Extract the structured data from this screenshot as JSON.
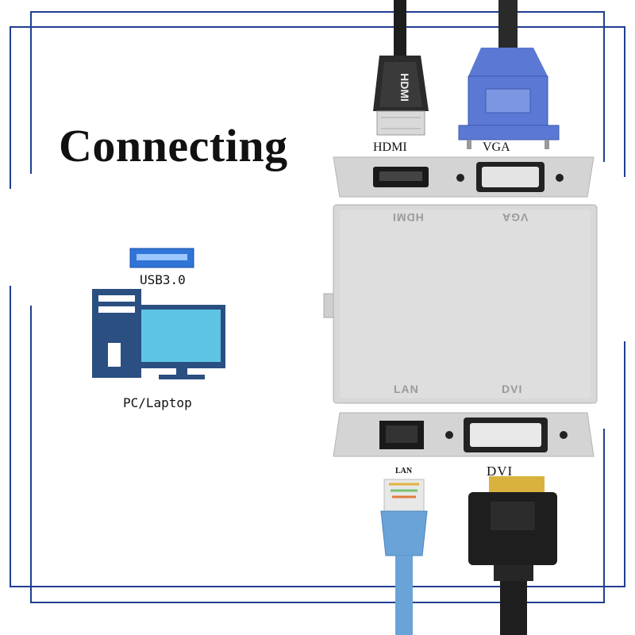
{
  "title": "Connecting",
  "labels": {
    "hdmi": "HDMI",
    "vga": "VGA",
    "usb": "USB3.0",
    "pc": "PC/Laptop",
    "lan": "LAN",
    "dvi": "DVI"
  },
  "hub_embossed": {
    "hdmi": "HDMI",
    "vga": "VGA",
    "lan": "LAN",
    "dvi": "DVI"
  },
  "colors": {
    "frame": "#1f3f8f",
    "pc_blue": "#2a4f80",
    "monitor_screen": "#5ec4e6",
    "usb_blue": "#2f74d6",
    "vga_blue": "#5b78d4",
    "hub_silver": "#d6d6d6",
    "cable_black": "#1e1e1e",
    "lan_cable": "#6aa3d8"
  }
}
